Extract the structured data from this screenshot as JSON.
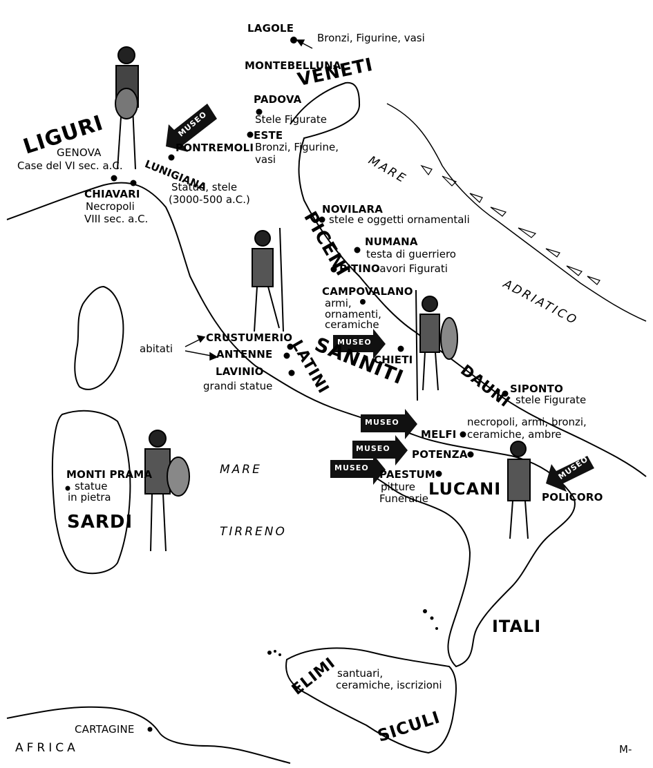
{
  "map": {
    "seas": {
      "mare": "MARE",
      "adriatico": "ADRIATICO",
      "mare_tirreno_1": "MARE",
      "mare_tirreno_2": "TIRRENO",
      "africa": "AFRICA"
    },
    "peoples": {
      "liguri": "LIGURI",
      "veneti": "VENETI",
      "piceni": "PICENI",
      "latini": "LATINI",
      "sanniti": "SANNITI",
      "dauni": "DAUNI",
      "lucani": "LUCANI",
      "italI": "ITALI",
      "elimi": "ELIMI",
      "siculi": "SICULI",
      "sardi": "SARDI"
    },
    "sites": {
      "lagole": "LAGOLE",
      "lagole_desc": "Bronzi, Figurine, vasi",
      "montebelluna": "MONTEBELLUNA",
      "padova": "PADOVA",
      "padova_desc": "Stele Figurate",
      "este": "ESTE",
      "este_desc_1": "Bronzi, Figurine,",
      "este_desc_2": "vasi",
      "genova": "GENOVA",
      "genova_desc": "Case del VI sec. a.C.",
      "pontremoli": "PONTREMOLI",
      "lunigiana": "LUNIGIANA",
      "lunigiana_desc_1": "Statue, stele",
      "lunigiana_desc_2": "(3000-500 a.C.)",
      "chiavari": "CHIAVARI",
      "chiavari_desc_1": "Necropoli",
      "chiavari_desc_2": "VIII sec. a.C.",
      "novilara": "NOVILARA",
      "novilara_desc": "stele e oggetti ornamentali",
      "numana": "NUMANA",
      "numana_desc": "testa di guerriero",
      "pitino": "PITINO",
      "pitino_desc": "-avori Figurati",
      "campovalano": "CAMPOVALANO",
      "campovalano_desc_1": "armi,",
      "campovalano_desc_2": "ornamenti,",
      "campovalano_desc_3": "ceramiche",
      "abitati": "abitati",
      "crustumerio": "CRUSTUMERIO",
      "antenne": "ANTENNE",
      "lavinio": "LAVINIO",
      "lavinio_desc": "grandi statue",
      "chieti": "CHIETI",
      "siponto": "SIPONTO",
      "siponto_desc": "stele Figurate",
      "melfi": "MELFI",
      "melfi_desc_1": "necropoli, armi, bronzi,",
      "melfi_desc_2": "ceramiche, ambre",
      "potenza": "POTENZA",
      "paestum": "PAESTUM",
      "paestum_desc_1": "pitture",
      "paestum_desc_2": "Funerarie",
      "policoro": "POLICORO",
      "montiprama": "MONTI PRAMA",
      "montiprama_desc_1": "statue",
      "montiprama_desc_2": "in pietra",
      "sicilia_desc_1": "santuari,",
      "sicilia_desc_2": "ceramiche, iscrizioni",
      "cartagine": "CARTAGINE"
    },
    "museo_label": "MUSEO",
    "signature": "M-"
  }
}
